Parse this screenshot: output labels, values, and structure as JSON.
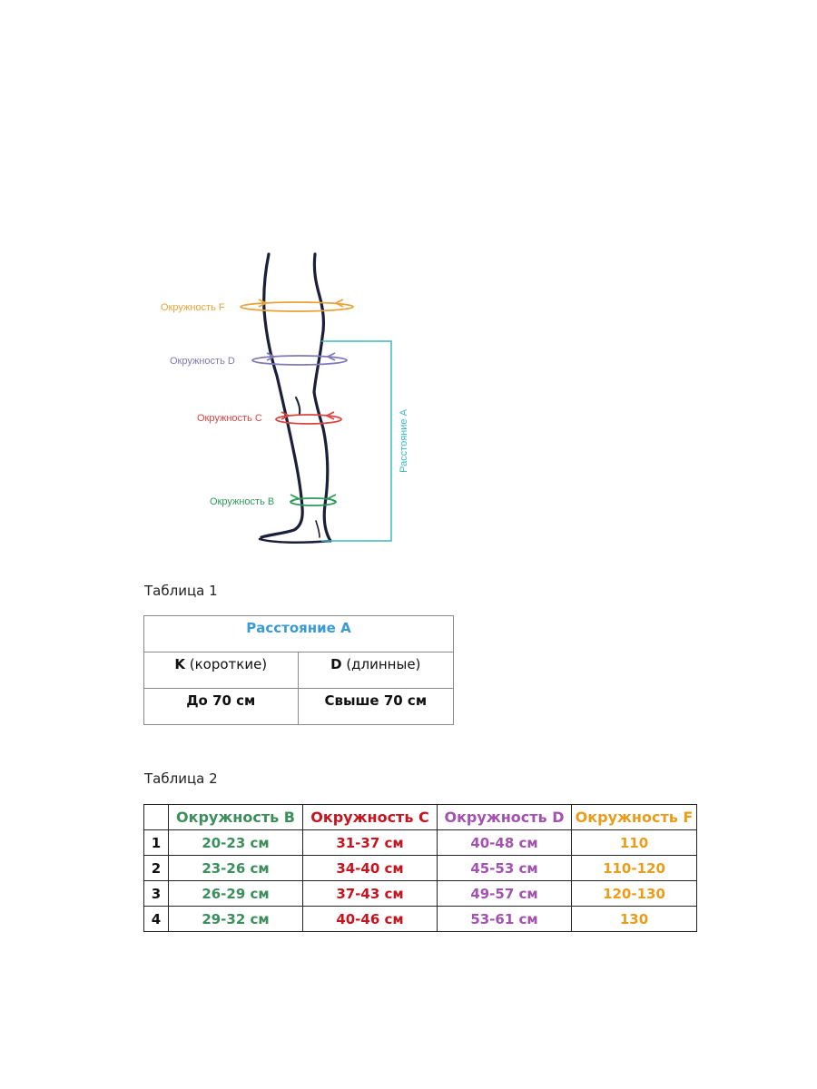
{
  "colors": {
    "orange": "#e7a23a",
    "purple": "#8079b5",
    "red": "#d9453f",
    "green": "#2f9a5c",
    "teal": "#3bb7c4",
    "leg": "#1b1f3a",
    "table_blue": "#3a9bd1",
    "table_green": "#3c8f5c",
    "table_red": "#c8141e",
    "table_purple": "#a352b0",
    "table_orange": "#ea9c1b"
  },
  "diagram": {
    "label_f": "Окружность F",
    "label_d": "Окружность D",
    "label_c": "Окружность С",
    "label_b": "Окружность B",
    "label_a": "Расстояние А"
  },
  "table1": {
    "caption": "Таблица 1",
    "header": "Расстояние А",
    "short_code": "K",
    "short_text": " (короткие)",
    "long_code": "D",
    "long_text": " (длинные)",
    "short_value": "До 70 см",
    "long_value": "Свыше 70 см"
  },
  "table2": {
    "caption": "Таблица 2",
    "headers": [
      "Окружность В",
      "Окружность С",
      "Окружность D",
      "Окружность F"
    ],
    "rows": [
      {
        "num": "1",
        "b": "20-23 см",
        "c": "31-37 см",
        "d": "40-48 см",
        "f": "110"
      },
      {
        "num": "2",
        "b": "23-26 см",
        "c": "34-40 см",
        "d": "45-53 см",
        "f": "110-120"
      },
      {
        "num": "3",
        "b": "26-29 см",
        "c": "37-43 см",
        "d": "49-57 см",
        "f": "120-130"
      },
      {
        "num": "4",
        "b": "29-32 см",
        "c": "40-46 см",
        "d": "53-61 см",
        "f": "130"
      }
    ]
  }
}
